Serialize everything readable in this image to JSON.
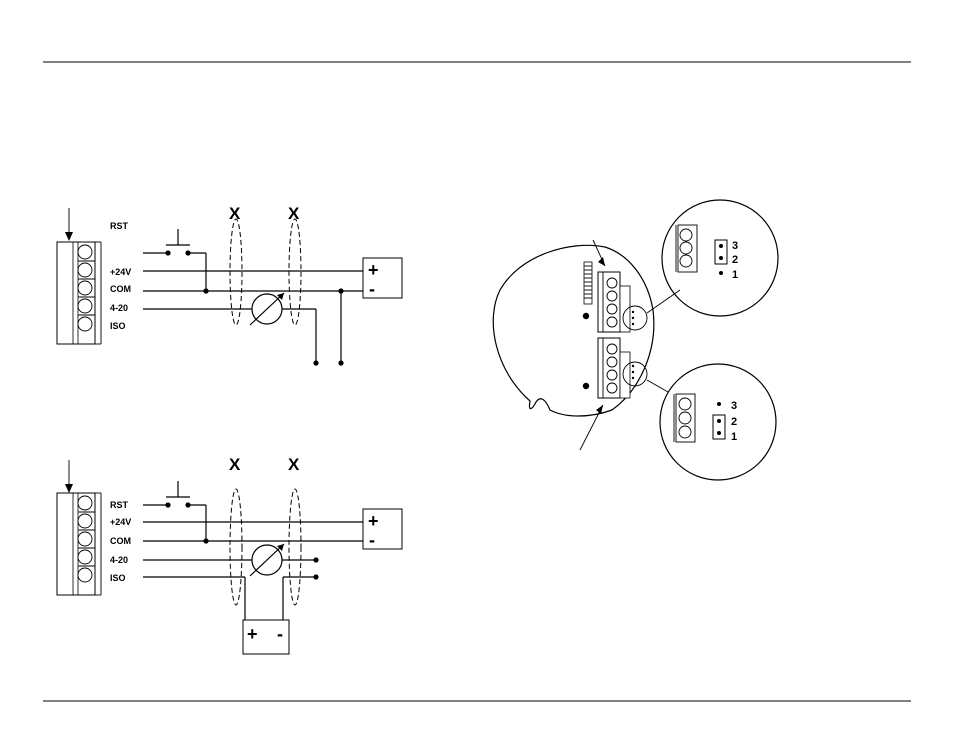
{
  "diagram_top": {
    "terminals": [
      "RST",
      "+24V",
      "COM",
      "4-20",
      "ISO"
    ],
    "shield_marks": [
      "X",
      "X"
    ],
    "supply": {
      "plus": "+",
      "minus": "-"
    }
  },
  "diagram_bottom": {
    "terminals": [
      "RST",
      "+24V",
      "COM",
      "4-20",
      "ISO"
    ],
    "shield_marks": [
      "X",
      "X"
    ],
    "supply": {
      "plus": "+",
      "minus": "-"
    },
    "loop_supply": {
      "plus": "+",
      "minus": "-"
    }
  },
  "detail": {
    "jumper_top": {
      "pin3": "3",
      "pin2": "2",
      "pin1": "1"
    },
    "jumper_bottom": {
      "pin3": "3",
      "pin2": "2",
      "pin1": "1"
    }
  }
}
